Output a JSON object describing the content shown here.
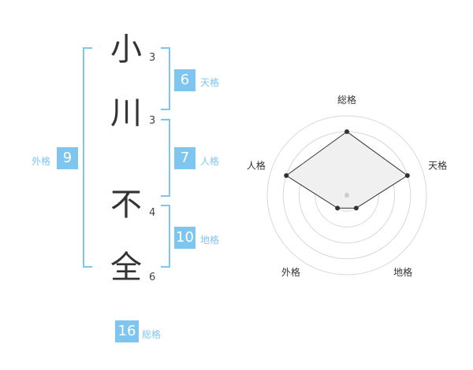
{
  "name": {
    "chars": [
      {
        "char": "小",
        "strokes": "3"
      },
      {
        "char": "川",
        "strokes": "3"
      },
      {
        "char": "不",
        "strokes": "4"
      },
      {
        "char": "全",
        "strokes": "6"
      }
    ]
  },
  "kaku": {
    "tenkaku": {
      "value": "6",
      "label": "天格"
    },
    "jinkaku": {
      "value": "7",
      "label": "人格"
    },
    "chikaku": {
      "value": "10",
      "label": "地格"
    },
    "gaikaku": {
      "value": "9",
      "label": "外格"
    },
    "soukaku": {
      "value": "16",
      "label": "総格"
    }
  },
  "colors": {
    "accent": "#7ec6f0",
    "text": "#333333"
  },
  "chart_data": {
    "type": "radar",
    "axes": [
      "総格",
      "天格",
      "地格",
      "外格",
      "人格"
    ],
    "values": [
      4,
      4,
      1,
      1,
      4
    ],
    "max": 5,
    "rings": 5
  }
}
